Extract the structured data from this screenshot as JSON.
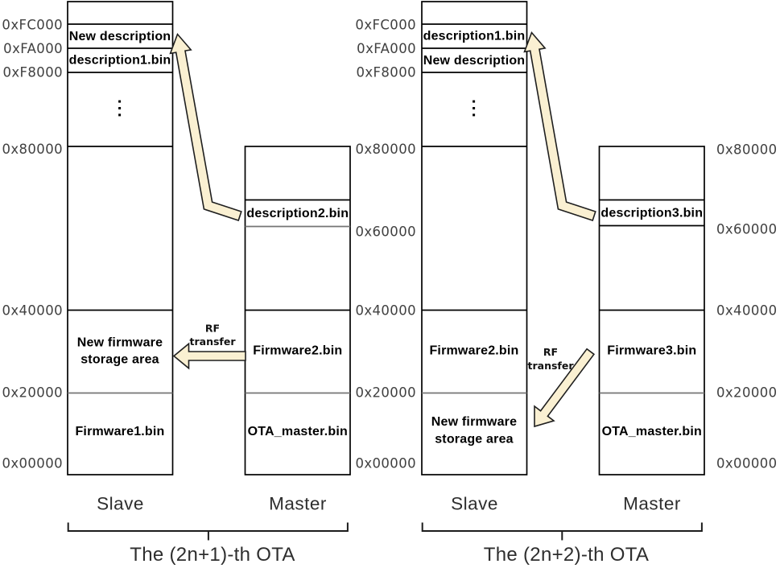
{
  "page": {
    "background": "#ffffff",
    "description": "Memory-map diagram of alternating OTA firmware updates between Slave and Master devices"
  },
  "colors": {
    "box_border": "#000000",
    "gray_divider": "#757575",
    "arrow_fill": "#faf0d2",
    "arrow_stroke": "#1f1f1f",
    "tick_label": "#414141",
    "box_text": "#000000",
    "caption": "#2e2e2e"
  },
  "ticks": {
    "left": [
      "0xFC000",
      "0xFA000",
      "0xF8000",
      "0x80000",
      "0x40000",
      "0x20000",
      "0x00000"
    ],
    "middle": [
      "0xFC000",
      "0xFA000",
      "0xF8000",
      "0x80000",
      "0x60000",
      "0x40000",
      "0x20000",
      "0x00000"
    ],
    "right": [
      "0x80000",
      "0x60000",
      "0x40000",
      "0x20000",
      "0x00000"
    ]
  },
  "panel_left": {
    "caption": "The (2n+1)-th OTA",
    "slave_label": "Slave",
    "master_label": "Master",
    "rf_line1": "RF",
    "rf_line2": "transfer",
    "slave": {
      "band_fc_fa": "New description",
      "band_fa_f8": "description1.bin",
      "ellipsis": "⋮",
      "band_40_20_line1": "New firmware",
      "band_40_20_line2": "storage area",
      "band_20_00": "Firmware1.bin"
    },
    "master": {
      "desc_band": "description2.bin",
      "band_40_20": "Firmware2.bin",
      "band_20_00": "OTA_master.bin"
    }
  },
  "panel_right": {
    "caption": "The (2n+2)-th OTA",
    "slave_label": "Slave",
    "master_label": "Master",
    "rf_line1": "RF",
    "rf_line2": "transfer",
    "slave": {
      "band_fc_fa": "description1.bin",
      "band_fa_f8": "New description",
      "ellipsis": "⋮",
      "band_40_20": "Firmware2.bin",
      "band_20_00_line1": "New firmware",
      "band_20_00_line2": "storage area"
    },
    "master": {
      "desc_band": "description3.bin",
      "band_40_20": "Firmware3.bin",
      "band_20_00": "OTA_master.bin"
    }
  }
}
